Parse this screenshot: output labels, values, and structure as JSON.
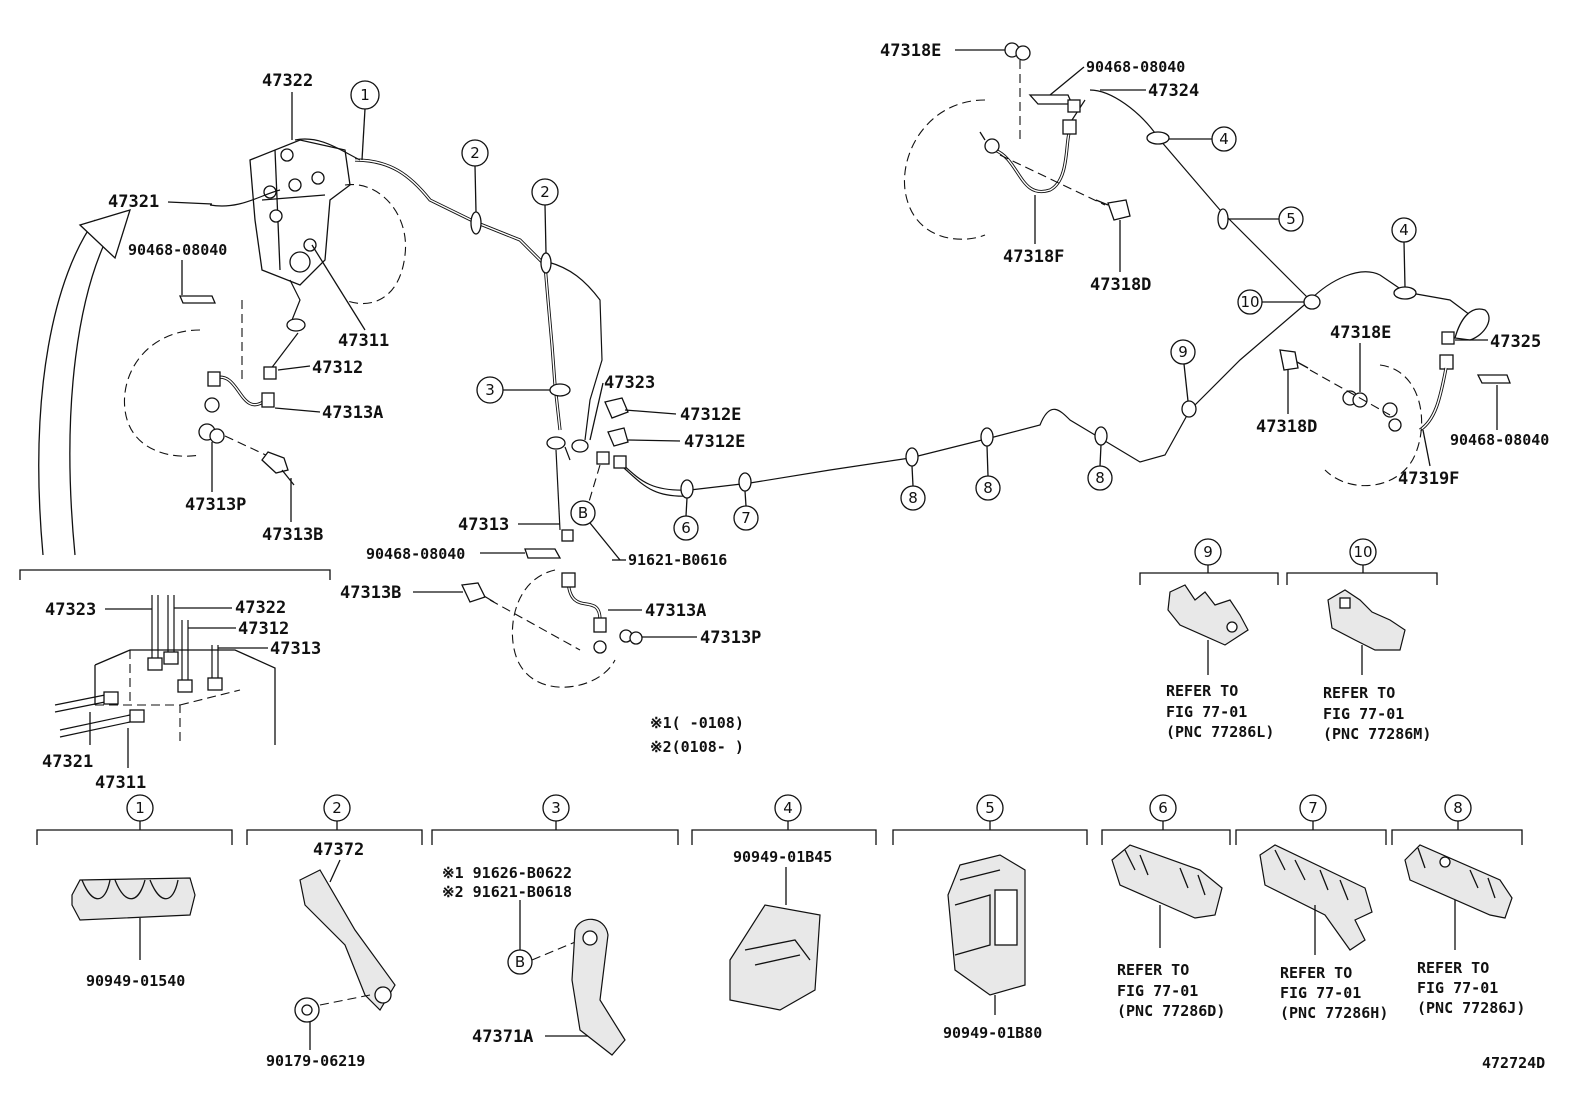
{
  "parts": {
    "p47322_top": "47322",
    "p47321_top": "47321",
    "p90468_top": "90468-08040",
    "p47311_top": "47311",
    "p47312_top": "47312",
    "p47313A_top": "47313A",
    "p47313P_left": "47313P",
    "p47313B_left": "47313B",
    "p47323_mid": "47323",
    "p47312E_a": "47312E",
    "p47312E_b": "47312E",
    "p47313_mid": "47313",
    "p90468_mid": "90468-08040",
    "p91621": "91621-B0616",
    "p47313B_mid": "47313B",
    "p47313A_mid": "47313A",
    "p47313P_mid": "47313P",
    "p47318E_top": "47318E",
    "p90468_tr": "90468-08040",
    "p47324": "47324",
    "p47318F": "47318F",
    "p47318D_top": "47318D",
    "p47318E_right": "47318E",
    "p47325": "47325",
    "p47318D_right": "47318D",
    "p47319F": "47319F",
    "p90468_right": "90468-08040",
    "d_47323": "47323",
    "d_47322": "47322",
    "d_47312": "47312",
    "d_47313": "47313",
    "d_47321": "47321",
    "d_47311": "47311"
  },
  "notes": {
    "note1": "※1(    -0108)",
    "note2": "※2(0108-    )"
  },
  "callouts": {
    "c1": "1",
    "c2a": "2",
    "c2b": "2",
    "c3": "3",
    "c4a": "4",
    "c4b": "4",
    "c5": "5",
    "c6": "6",
    "c7": "7",
    "c8a": "8",
    "c8b": "8",
    "c8c": "8",
    "c9": "9",
    "c10": "10",
    "B_mid": "B"
  },
  "details": [
    {
      "num": "1",
      "part": "90949-01540"
    },
    {
      "num": "2",
      "part_top": "47372",
      "part_bottom": "90179-06219"
    },
    {
      "num": "3",
      "variant1": "※1 91626-B0622",
      "variant2": "※2 91621-B0618",
      "part": "47371A",
      "marker": "B"
    },
    {
      "num": "4",
      "part": "90949-01B45"
    },
    {
      "num": "5",
      "part": "90949-01B80"
    },
    {
      "num": "6",
      "ref1": "REFER TO",
      "ref2": "FIG 77-01",
      "ref3": "(PNC 77286D)"
    },
    {
      "num": "7",
      "ref1": "REFER TO",
      "ref2": "FIG 77-01",
      "ref3": "(PNC 77286H)"
    },
    {
      "num": "8",
      "ref1": "REFER TO",
      "ref2": "FIG 77-01",
      "ref3": "(PNC 77286J)"
    },
    {
      "num": "9",
      "ref1": "REFER TO",
      "ref2": "FIG 77-01",
      "ref3": "(PNC 77286L)"
    },
    {
      "num": "10",
      "ref1": "REFER TO",
      "ref2": "FIG 77-01",
      "ref3": "(PNC 77286M)"
    }
  ],
  "figure_id": "472724D"
}
